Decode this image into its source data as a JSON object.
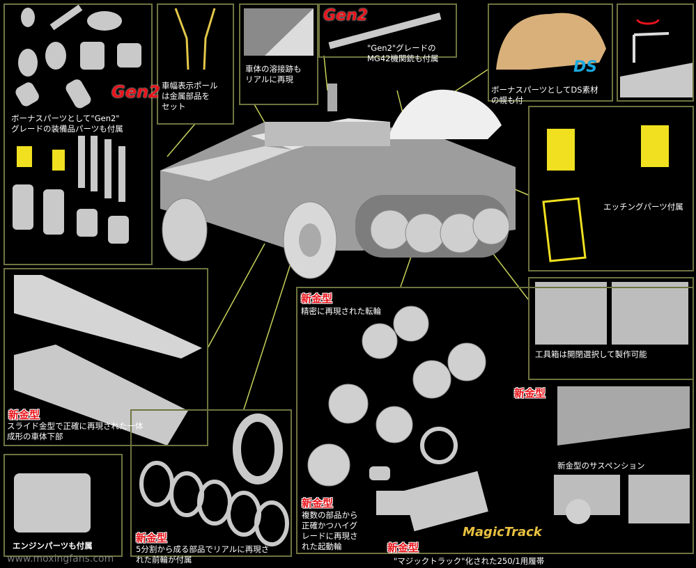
{
  "panels": {
    "equipment": {
      "text": [
        "ボーナスパーツとして\"Gen2\"",
        "グレードの装備品パーツも付属"
      ],
      "logo": "Gen2"
    },
    "poles": {
      "text": [
        "車幅表示ポール",
        "は金属部品を",
        "セット"
      ]
    },
    "weld": {
      "text": [
        "車体の溶接跡も",
        "リアルに再現"
      ]
    },
    "mg42": {
      "text": [
        "\"Gen2\"グレードの",
        "MG42機関銃も付属"
      ],
      "logo": "Gen2"
    },
    "tarp": {
      "text": [
        "ボーナスパーツとしてDS素材",
        "の幌も付"
      ],
      "logo": "DS"
    },
    "etching": {
      "text": "エッチングパーツ付属"
    },
    "toolbox": {
      "text": "工具箱は開閉選択して製作可能"
    },
    "hull": {
      "badge": "新金型",
      "text": [
        "スライド金型で正確に再現された一体",
        "成形の車体下部"
      ]
    },
    "engine": {
      "text": "エンジンパーツも付属"
    },
    "front_wheel": {
      "badge": "新金型",
      "text": [
        "5分割から成る部品でリアルに再現さ",
        "れた前輪が付属"
      ]
    },
    "road_wheels": {
      "badge": "新金型",
      "text": "精密に再現された転輪"
    },
    "sprocket": {
      "badge": "新金型",
      "text": [
        "複数の部品から",
        "正確かつハイグ",
        "レードに再現さ",
        "れた起動輪"
      ]
    },
    "suspension": {
      "badge": "新金型",
      "text": "新金型のサスペンション"
    },
    "tracks": {
      "badge": "新金型",
      "text": "\"マジックトラック\"化された250/1用履帯",
      "logo": "MagicTrack"
    }
  },
  "watermark": "www.moxingfans.com",
  "colors": {
    "border": "#6f7440",
    "badge": "#e8141b",
    "leader": "#c8d25a",
    "part": "#c9c9c9",
    "etch": "#f0e020",
    "tarp": "#d9b07a",
    "ds": "#1aa8e0"
  }
}
